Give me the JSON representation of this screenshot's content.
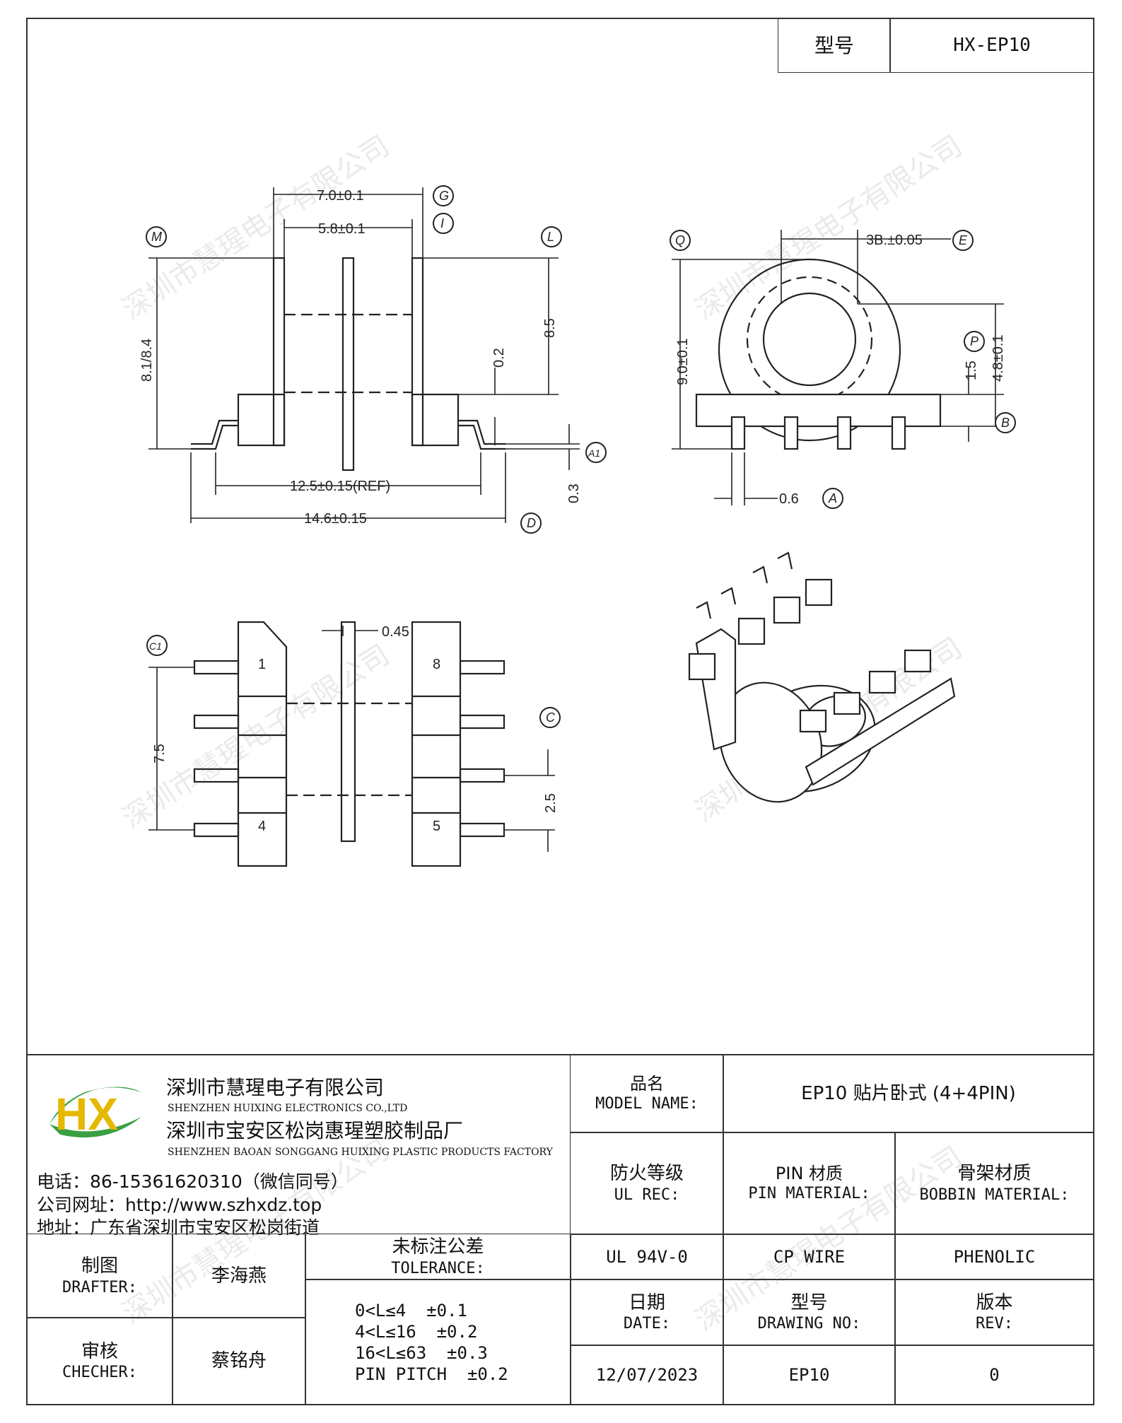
{
  "header": {
    "model_label": "型号",
    "model_value": "HX-EP10"
  },
  "drawing": {
    "dims": {
      "w_outer": "7.0±0.1",
      "w_inner": "5.8±0.1",
      "h_left": "8.1/8.4",
      "h_right": "8.5",
      "gap": "0.2",
      "span_ref": "12.5±0.15(REF)",
      "span_total": "14.6±0.15",
      "pin_t": "0.3",
      "dia": "3B.±0.05",
      "height": "9.0±0.1",
      "core_h": "4.8±0.1",
      "step": "1.5",
      "pin_w": "0.6",
      "flange": "0.45",
      "row": "7.5",
      "pitch": "2.5"
    },
    "callouts": {
      "m": "M",
      "l": "L",
      "g": "G",
      "i": "I",
      "a1": "A1",
      "d": "D",
      "q": "Q",
      "e": "E",
      "p": "P",
      "b": "B",
      "a": "A",
      "c1": "C1",
      "c": "C"
    },
    "pins": {
      "p1": "1",
      "p4": "4",
      "p5": "5",
      "p8": "8"
    }
  },
  "watermark": "深圳市慧瑆电子有限公司",
  "company": {
    "logo_text": "HX",
    "name_cn": "深圳市慧瑆电子有限公司",
    "name_en": "SHENZHEN HUIXING ELECTRONICS CO.,LTD",
    "factory_cn": "深圳市宝安区松岗惠瑆塑胶制品厂",
    "factory_en": "SHENZHEN BAOAN SONGGANG HUIXING PLASTIC PRODUCTS FACTORY",
    "phone": "电话：86-15361620310（微信同号）",
    "web": "公司网址：http://www.szhxdz.top",
    "address": "地址：广东省深圳市宝安区松岗街道"
  },
  "title_block": {
    "model_name_cn": "品名",
    "model_name_en": "MODEL NAME:",
    "model_name_value": "EP10 贴片卧式 (4+4PIN)",
    "flame_cn": "防火等级",
    "flame_en": "UL REC:",
    "pin_mat_cn": "PIN 材质",
    "pin_mat_en": "PIN MATERIAL:",
    "bobbin_mat_cn": "骨架材质",
    "bobbin_mat_en": "BOBBIN MATERIAL:",
    "flame_value": "UL 94V-0",
    "pin_mat_value": "CP WIRE",
    "bobbin_mat_value": "PHENOLIC",
    "date_cn": "日期",
    "date_en": "DATE:",
    "drawing_no_cn": "型号",
    "drawing_no_en": "DRAWING NO:",
    "rev_cn": "版本",
    "rev_en": "REV:",
    "date_value": "12/07/2023",
    "drawing_no_value": "EP10",
    "rev_value": "0",
    "drafter_cn": "制图",
    "drafter_en": "DRAFTER:",
    "drafter_value": "李海燕",
    "checker_cn": "审核",
    "checker_en": "CHECHER:",
    "checker_value": "蔡铭舟",
    "tolerance_cn": "未标注公差",
    "tolerance_en": "TOLERANCE:",
    "tol_1": "0<L≤4  ±0.1",
    "tol_2": "4<L≤16  ±0.2",
    "tol_3": "16<L≤63  ±0.3",
    "tol_4": "PIN PITCH  ±0.2"
  }
}
